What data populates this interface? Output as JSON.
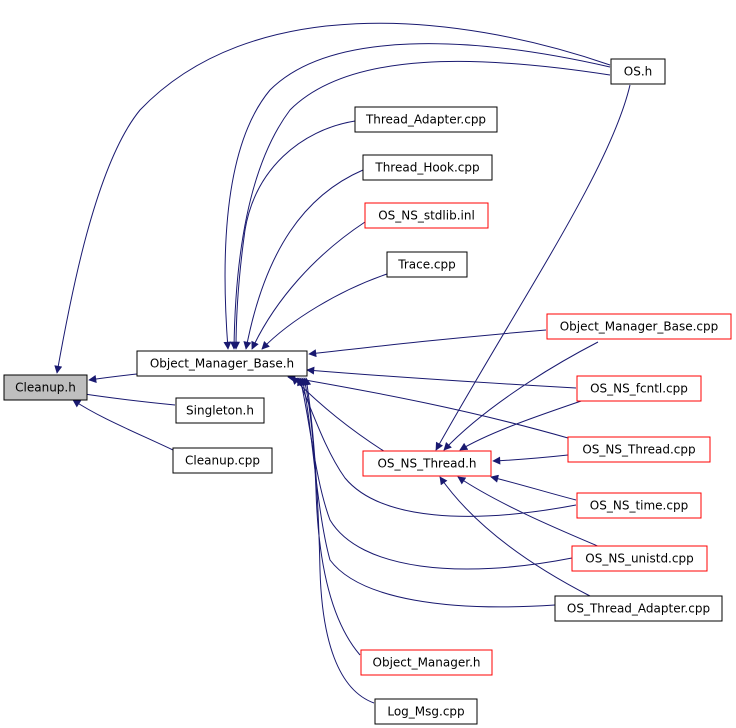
{
  "colors": {
    "edge": "#191970",
    "border_black": "#000000",
    "border_red": "#ff0000",
    "fill_highlight": "#bfbfbf",
    "fill_normal": "#ffffff"
  },
  "nodes": {
    "cleanup_h": {
      "label": "Cleanup.h",
      "style": "highlight"
    },
    "object_manager_base_h": {
      "label": "Object_Manager_Base.h",
      "style": "black"
    },
    "singleton_h": {
      "label": "Singleton.h",
      "style": "black"
    },
    "cleanup_cpp": {
      "label": "Cleanup.cpp",
      "style": "black"
    },
    "os_h": {
      "label": "OS.h",
      "style": "black"
    },
    "thread_adapter_cpp": {
      "label": "Thread_Adapter.cpp",
      "style": "black"
    },
    "thread_hook_cpp": {
      "label": "Thread_Hook.cpp",
      "style": "black"
    },
    "os_ns_stdlib_inl": {
      "label": "OS_NS_stdlib.inl",
      "style": "red"
    },
    "trace_cpp": {
      "label": "Trace.cpp",
      "style": "black"
    },
    "object_manager_base_cpp": {
      "label": "Object_Manager_Base.cpp",
      "style": "red"
    },
    "os_ns_fcntl_cpp": {
      "label": "OS_NS_fcntl.cpp",
      "style": "red"
    },
    "os_ns_thread_h": {
      "label": "OS_NS_Thread.h",
      "style": "red"
    },
    "os_ns_thread_cpp": {
      "label": "OS_NS_Thread.cpp",
      "style": "red"
    },
    "os_ns_time_cpp": {
      "label": "OS_NS_time.cpp",
      "style": "red"
    },
    "os_ns_unistd_cpp": {
      "label": "OS_NS_unistd.cpp",
      "style": "red"
    },
    "os_thread_adapter_cpp": {
      "label": "OS_Thread_Adapter.cpp",
      "style": "black"
    },
    "object_manager_h": {
      "label": "Object_Manager.h",
      "style": "red"
    },
    "log_msg_cpp": {
      "label": "Log_Msg.cpp",
      "style": "black"
    }
  }
}
